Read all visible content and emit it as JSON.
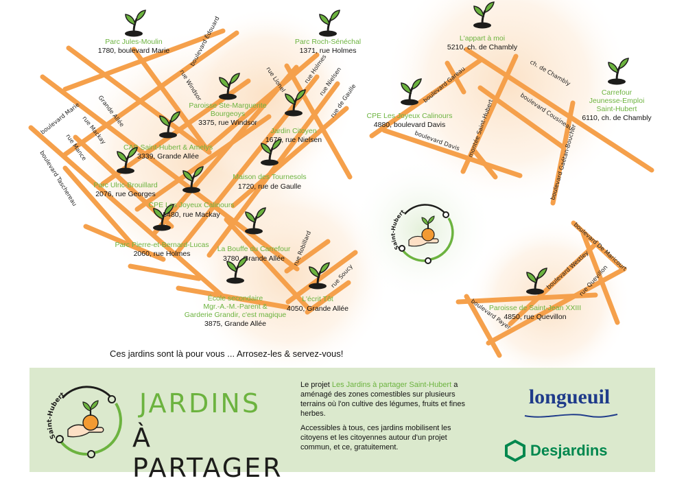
{
  "colors": {
    "road": "#f5a04b",
    "green": "#6cb33f",
    "glow": "#fbe3c8",
    "footer_bg": "#dbe9cd"
  },
  "streets": {
    "boulevard_edouard": "boulevard Édouard",
    "rue_windsor": "rue Windsor",
    "grande_allee": "Grande Allée",
    "boulevard_marie": "boulevard Marie",
    "rue_mackay": "rue Mackay",
    "rue_mance": "rue Mance",
    "boulevard_taschereau": "boulevard Taschereau",
    "rue_lionel": "rue Lionel",
    "rue_holmes": "rue Holmes",
    "rue_nielsen": "rue Nielsen",
    "rue_de_gaulle": "rue de Gaulle",
    "rue_robillard": "rue Robillard",
    "rue_soucy": "rue Soucy",
    "boulevard_gareau": "boulevard Gareau",
    "ch_de_chambly": "ch. de Chambly",
    "montee_saint_hubert": "montée Saint-Hubert",
    "boulevard_cousineau": "boulevard Cousineau",
    "boulevard_davis": "boulevard Davis",
    "boulevard_gaetan_boucher": "boulevard Gaétan-Boucher",
    "boulevard_de_maricourt": "boulevard De Maricourt",
    "boulevard_westley": "boulevard Westley",
    "rue_quevillon": "rue Quevillon",
    "boulevard_payer": "boulevard Payer"
  },
  "sites": [
    {
      "name_lines": [
        "Parc Jules-Moulin"
      ],
      "address": "1780, boulevard Marie"
    },
    {
      "name_lines": [
        "Parc Roch-Sénéchal"
      ],
      "address": "1371, rue Holmes"
    },
    {
      "name_lines": [
        "L'appart à moi"
      ],
      "address": "5210, ch. de Chambly"
    },
    {
      "name_lines": [
        "Paroisse Ste-Marguerite",
        "Bourgeoys"
      ],
      "address": "3375, rue Windsor"
    },
    {
      "name_lines": [
        "Jardin Citoyen"
      ],
      "address": "1676, rue Nielsen"
    },
    {
      "name_lines": [
        "CPE Les Joyeux Calinours"
      ],
      "address": "4880, boulevard Davis"
    },
    {
      "name_lines": [
        "Carrefour",
        "Jeunesse-Emploi",
        "Saint-Hubert"
      ],
      "address": "6110, ch. de Chambly"
    },
    {
      "name_lines": [
        "CAB Saint-Hubert & Amelys"
      ],
      "address": "3339, Grande Allée"
    },
    {
      "name_lines": [
        "Maison des Tournesols"
      ],
      "address": "1720, rue de Gaulle"
    },
    {
      "name_lines": [
        "Parc Ulric-Brouillard"
      ],
      "address": "2076, rue Georges"
    },
    {
      "name_lines": [
        "CPE Les Joyeux Calinours"
      ],
      "address": "3480, rue Mackay"
    },
    {
      "name_lines": [
        "Parc Pierre-et-Bernard-Lucas"
      ],
      "address": "2060, rue Holmes"
    },
    {
      "name_lines": [
        "La Bouffe du Carrefour"
      ],
      "address": "3780, Grande Allée"
    },
    {
      "name_lines": [
        "École secondaire",
        "Mgr.-A.-M.-Parent &",
        "Garderie Grandir, c'est magique"
      ],
      "address": "3875, Grande Allée"
    },
    {
      "name_lines": [
        "L'écrit Tôt"
      ],
      "address": "4050, Grande Allée"
    },
    {
      "name_lines": [
        "Paroisse de Saint-Jean XXIII"
      ],
      "address": "4850, rue Quevillon"
    }
  ],
  "center_logo": {
    "arc_text": "Saint-Hubert",
    "icon": "hands-holding-seedling-icon"
  },
  "tagline": "Ces jardins sont là pour vous ... Arrosez-les & servez-vous!",
  "footer": {
    "logo_arc_text": "Saint-Hubert",
    "title_line1": "JARDINS",
    "title_line2": "À PARTAGER",
    "p1_prefix": "Le projet ",
    "p1_highlight": "Les Jardins à partager Saint-Hubert",
    "p1_rest": " a aménagé des zones comestibles sur plusieurs terrains où l'on cultive des légumes, fruits et fines herbes.",
    "p2": "Accessibles à tous, ces jardins mobilisent les citoyens et les citoyennes autour d'un projet commun, et ce, gratuitement.",
    "longueuil": "longueuil",
    "desjardins": "Desjardins"
  }
}
